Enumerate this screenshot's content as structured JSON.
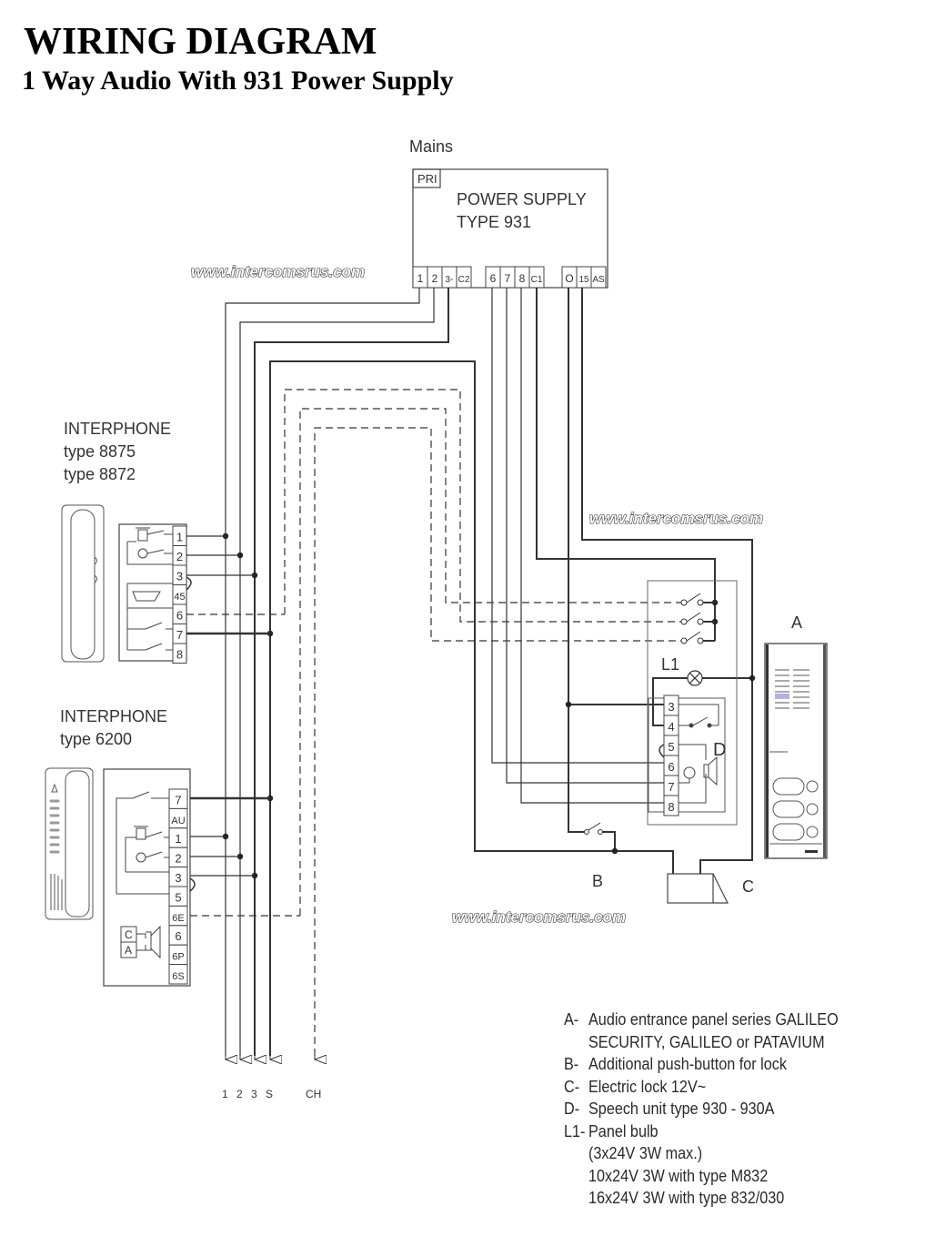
{
  "header": {
    "title": "WIRING DIAGRAM",
    "subtitle": "1 Way Audio With 931 Power Supply"
  },
  "watermark": "www.intercomsrus.com",
  "power_supply": {
    "mains_label": "Mains",
    "pri_label": "PRI",
    "name_line1": "POWER SUPPLY",
    "name_line2": "TYPE 931",
    "terminals": [
      "1",
      "2",
      "3-",
      "C2",
      "6",
      "7",
      "8",
      "C1",
      "O",
      "15",
      "AS"
    ]
  },
  "interphone_8875": {
    "title": "INTERPHONE",
    "type1": "type 8875",
    "type2": "type 8872",
    "terminals": [
      "1",
      "2",
      "3",
      "45",
      "6",
      "7",
      "8"
    ]
  },
  "interphone_6200": {
    "title": "INTERPHONE",
    "type1": "type 6200",
    "terminals": [
      "7",
      "AU",
      "1",
      "2",
      "3",
      "5",
      "6E",
      "6",
      "6P",
      "6S"
    ],
    "ca_labels": [
      "C",
      "A"
    ]
  },
  "speech_unit": {
    "label": "D",
    "bulb_label": "L1",
    "terminals": [
      "3",
      "4",
      "5",
      "6",
      "7",
      "8"
    ]
  },
  "components": {
    "a_label": "A",
    "b_label": "B",
    "c_label": "C"
  },
  "outputs": [
    "1",
    "2",
    "3",
    "S",
    "CH"
  ],
  "legend": [
    {
      "key": "A-",
      "lines": [
        "Audio entrance panel series GALILEO",
        "SECURITY, GALILEO or PATAVIUM"
      ]
    },
    {
      "key": "B-",
      "lines": [
        "Additional push-button for lock"
      ]
    },
    {
      "key": "C-",
      "lines": [
        "Electric lock 12V~"
      ]
    },
    {
      "key": "D-",
      "lines": [
        "Speech unit type  930 - 930A"
      ]
    },
    {
      "key": "L1-",
      "lines": [
        "Panel bulb",
        "(3x24V 3W max.)",
        "10x24V 3W with type  M832",
        "16x24V 3W with type  832/030"
      ]
    }
  ]
}
